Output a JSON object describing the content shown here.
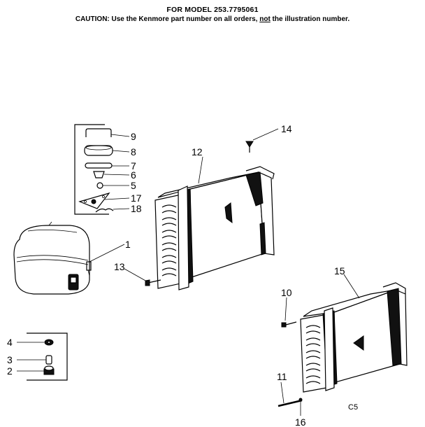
{
  "header": {
    "model_line": "FOR MODEL 253.7795061",
    "caution_prefix": "CAUTION: Use the Kenmore part number on all orders, ",
    "caution_not": "not",
    "caution_suffix": " the illustration number."
  },
  "callouts": {
    "c1": "1",
    "c2": "2",
    "c3": "3",
    "c4": "4",
    "c5": "5",
    "c6": "6",
    "c7": "7",
    "c8": "8",
    "c9": "9",
    "c10": "10",
    "c11": "11",
    "c12": "12",
    "c13": "13",
    "c14": "14",
    "c15": "15",
    "c16": "16",
    "c17": "17",
    "c18": "18"
  },
  "figure_code": "C5"
}
